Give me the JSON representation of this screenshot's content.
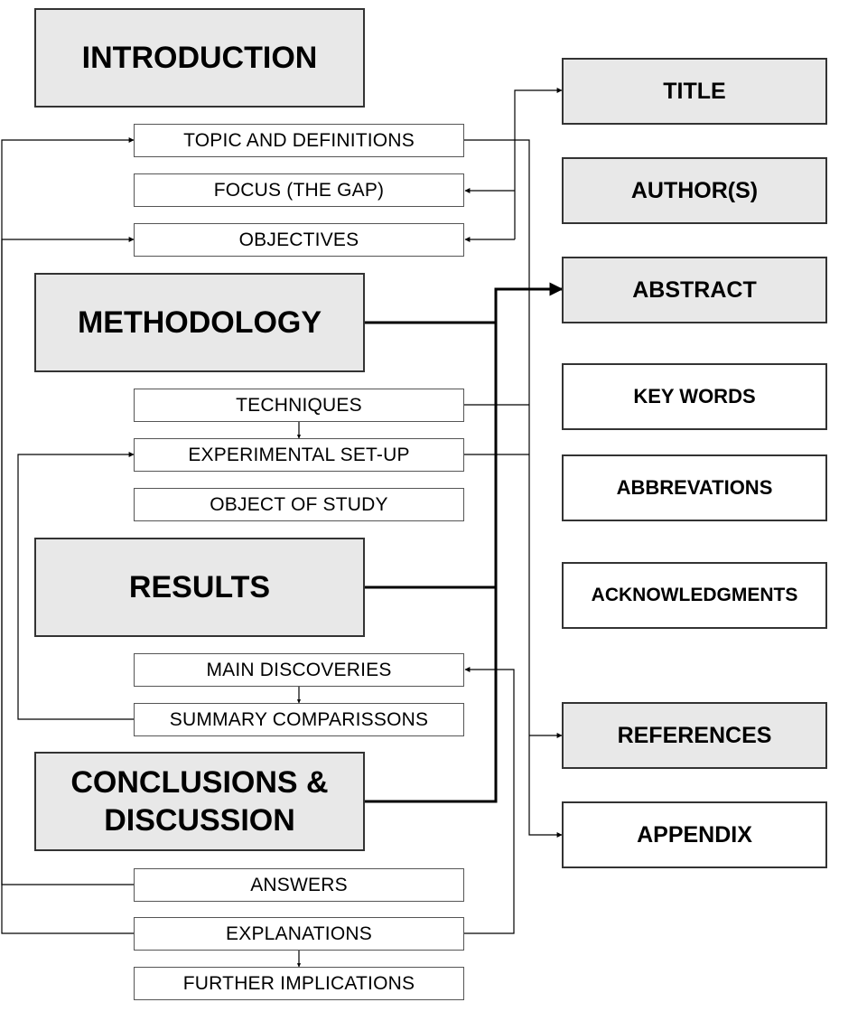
{
  "colors": {
    "section_fill": "#e8e8e8",
    "border": "#333333",
    "line": "#000000"
  },
  "sections": {
    "introduction": "INTRODUCTION",
    "methodology": "METHODOLOGY",
    "results": "RESULTS",
    "conclusions": "CONCLUSIONS &\nDISCUSSION"
  },
  "subsections": {
    "topic": "TOPIC AND DEFINITIONS",
    "focus": "FOCUS (THE GAP)",
    "objectives": "OBJECTIVES",
    "techniques": "TECHNIQUES",
    "experimental": "EXPERIMENTAL SET-UP",
    "object": "OBJECT OF STUDY",
    "discoveries": "MAIN DISCOVERIES",
    "comparisons": "SUMMARY COMPARISSONS",
    "answers": "ANSWERS",
    "explanations": "EXPLANATIONS",
    "implications": "FURTHER IMPLICATIONS"
  },
  "side": {
    "title": "TITLE",
    "authors": "AUTHOR(S)",
    "abstract": "ABSTRACT",
    "keywords": "KEY WORDS",
    "abbrevations": "ABBREVATIONS",
    "acknowledgments": "ACKNOWLEDGMENTS",
    "references": "REFERENCES",
    "appendix": "APPENDIX"
  }
}
